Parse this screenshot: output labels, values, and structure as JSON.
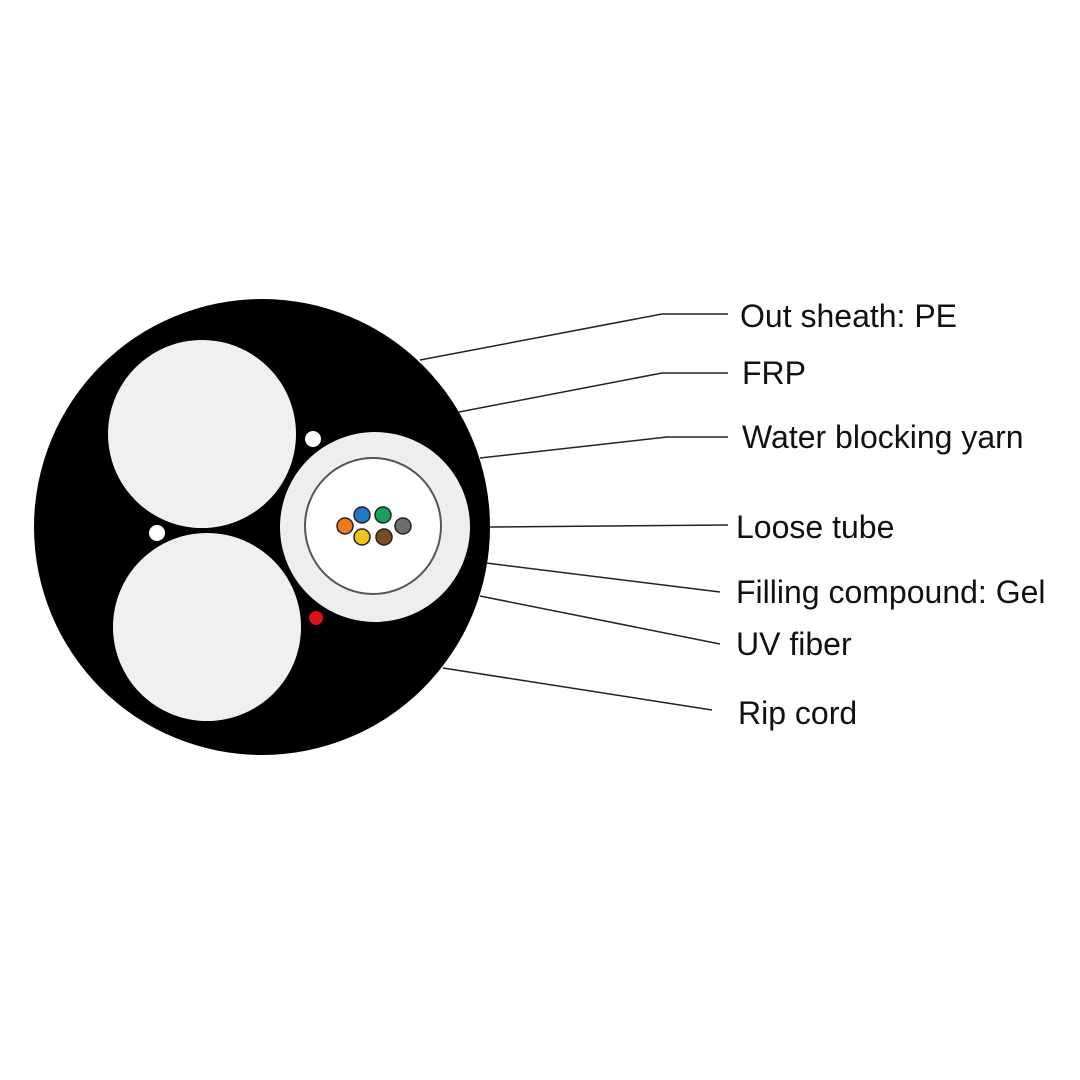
{
  "labels": {
    "out_sheath": "Out sheath: PE",
    "frp": "FRP",
    "water_blocking_yarn": "Water blocking yarn",
    "loose_tube": "Loose tube",
    "filling_compound": "Filling compound: Gel",
    "uv_fiber": "UV fiber",
    "rip_cord": "Rip cord"
  },
  "colors": {
    "sheath": "#000000",
    "frp": "#f0f0f0",
    "tube_ring": "#eeeeee",
    "tube_outline": "#555555",
    "gel": "#ffffff",
    "rip_cord": "#e0101a",
    "leader": "#222222"
  },
  "fibers": [
    {
      "name": "orange",
      "color": "#f07a1a"
    },
    {
      "name": "blue",
      "color": "#1f78c8"
    },
    {
      "name": "green",
      "color": "#1aa05a"
    },
    {
      "name": "gray",
      "color": "#6e6e6e"
    },
    {
      "name": "yellow",
      "color": "#f2c21a"
    },
    {
      "name": "brown",
      "color": "#7a4a22"
    }
  ]
}
